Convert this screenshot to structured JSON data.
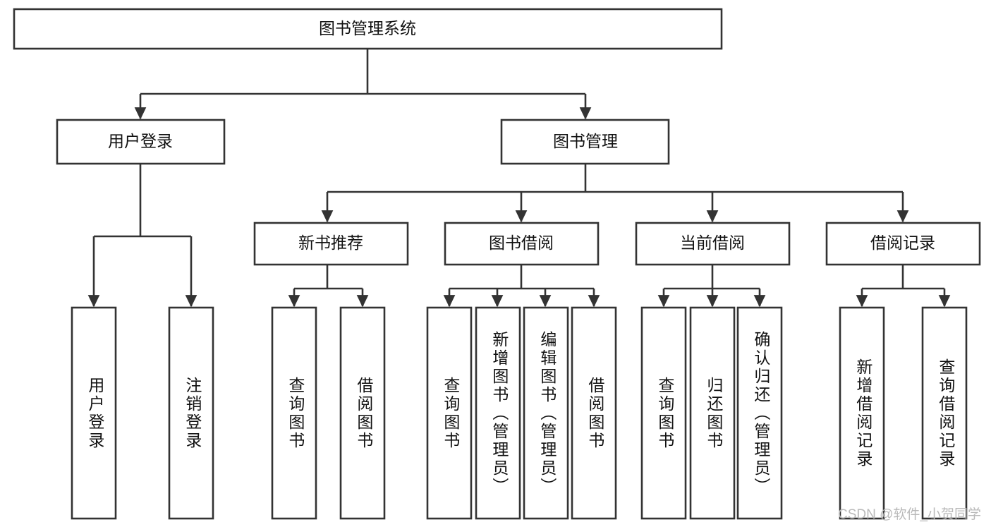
{
  "diagram": {
    "title": "图书管理系统",
    "watermark": "CSDN @软件_小贺同学",
    "colors": {
      "background": "#ffffff",
      "stroke": "#333333",
      "fill": "#ffffff",
      "text": "#111111",
      "watermark": "#b9b9b9"
    },
    "levels": {
      "root": {
        "label": "图书管理系统"
      },
      "level2": [
        {
          "label": "用户登录"
        },
        {
          "label": "图书管理"
        }
      ],
      "level3": [
        {
          "label": "新书推荐"
        },
        {
          "label": "图书借阅"
        },
        {
          "label": "当前借阅"
        },
        {
          "label": "借阅记录"
        }
      ],
      "leaves_user_login": [
        {
          "label": "用户登录"
        },
        {
          "label": "注销登录"
        }
      ],
      "leaves_new_book": [
        {
          "label": "查询图书"
        },
        {
          "label": "借阅图书"
        }
      ],
      "leaves_borrow": [
        {
          "label": "查询图书"
        },
        {
          "label": "新增图书（管理员）"
        },
        {
          "label": "编辑图书（管理员）"
        },
        {
          "label": "借阅图书"
        }
      ],
      "leaves_current": [
        {
          "label": "查询图书"
        },
        {
          "label": "归还图书"
        },
        {
          "label": "确认归还（管理员）"
        }
      ],
      "leaves_records": [
        {
          "label": "新增借阅记录"
        },
        {
          "label": "查询借阅记录"
        }
      ]
    }
  }
}
